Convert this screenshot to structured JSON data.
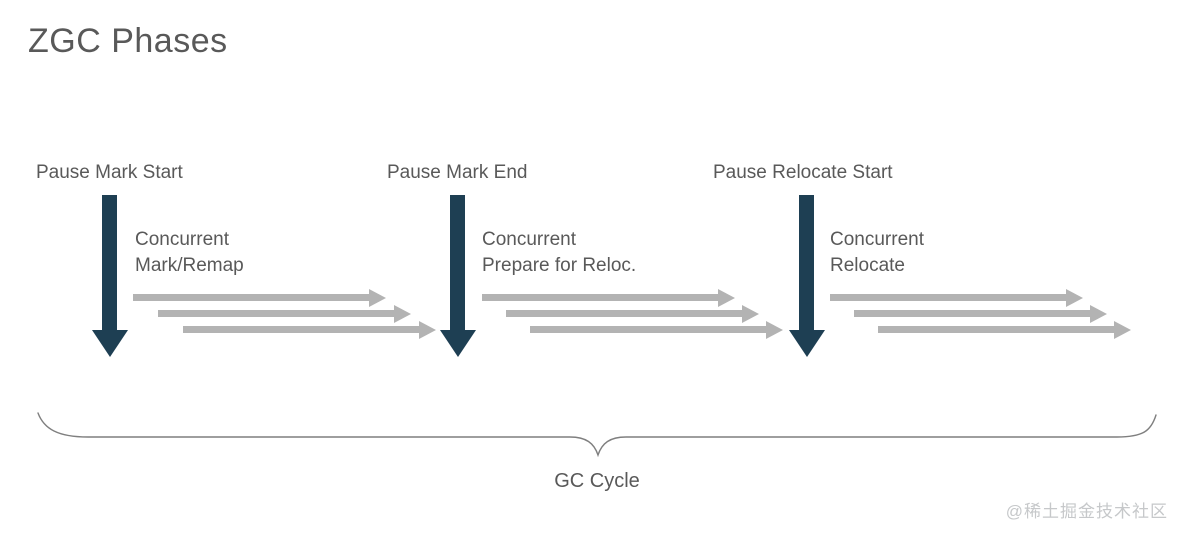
{
  "title": "ZGC Phases",
  "phases": [
    {
      "pause_label": "Pause Mark Start",
      "concurrent_line1": "Concurrent",
      "concurrent_line2": "Mark/Remap"
    },
    {
      "pause_label": "Pause Mark End",
      "concurrent_line1": "Concurrent",
      "concurrent_line2": "Prepare for Reloc."
    },
    {
      "pause_label": "Pause Relocate Start",
      "concurrent_line1": "Concurrent",
      "concurrent_line2": "Relocate"
    }
  ],
  "cycle": {
    "label": "GC Cycle"
  },
  "watermark": "@稀土掘金技术社区",
  "colors": {
    "background": "#ffffff",
    "text": "#595959",
    "pause_arrow": "#1e3f53",
    "concurrent_arrow": "#b3b3b3",
    "brace": "#7f7f7f",
    "watermark": "#c6c8ca"
  }
}
